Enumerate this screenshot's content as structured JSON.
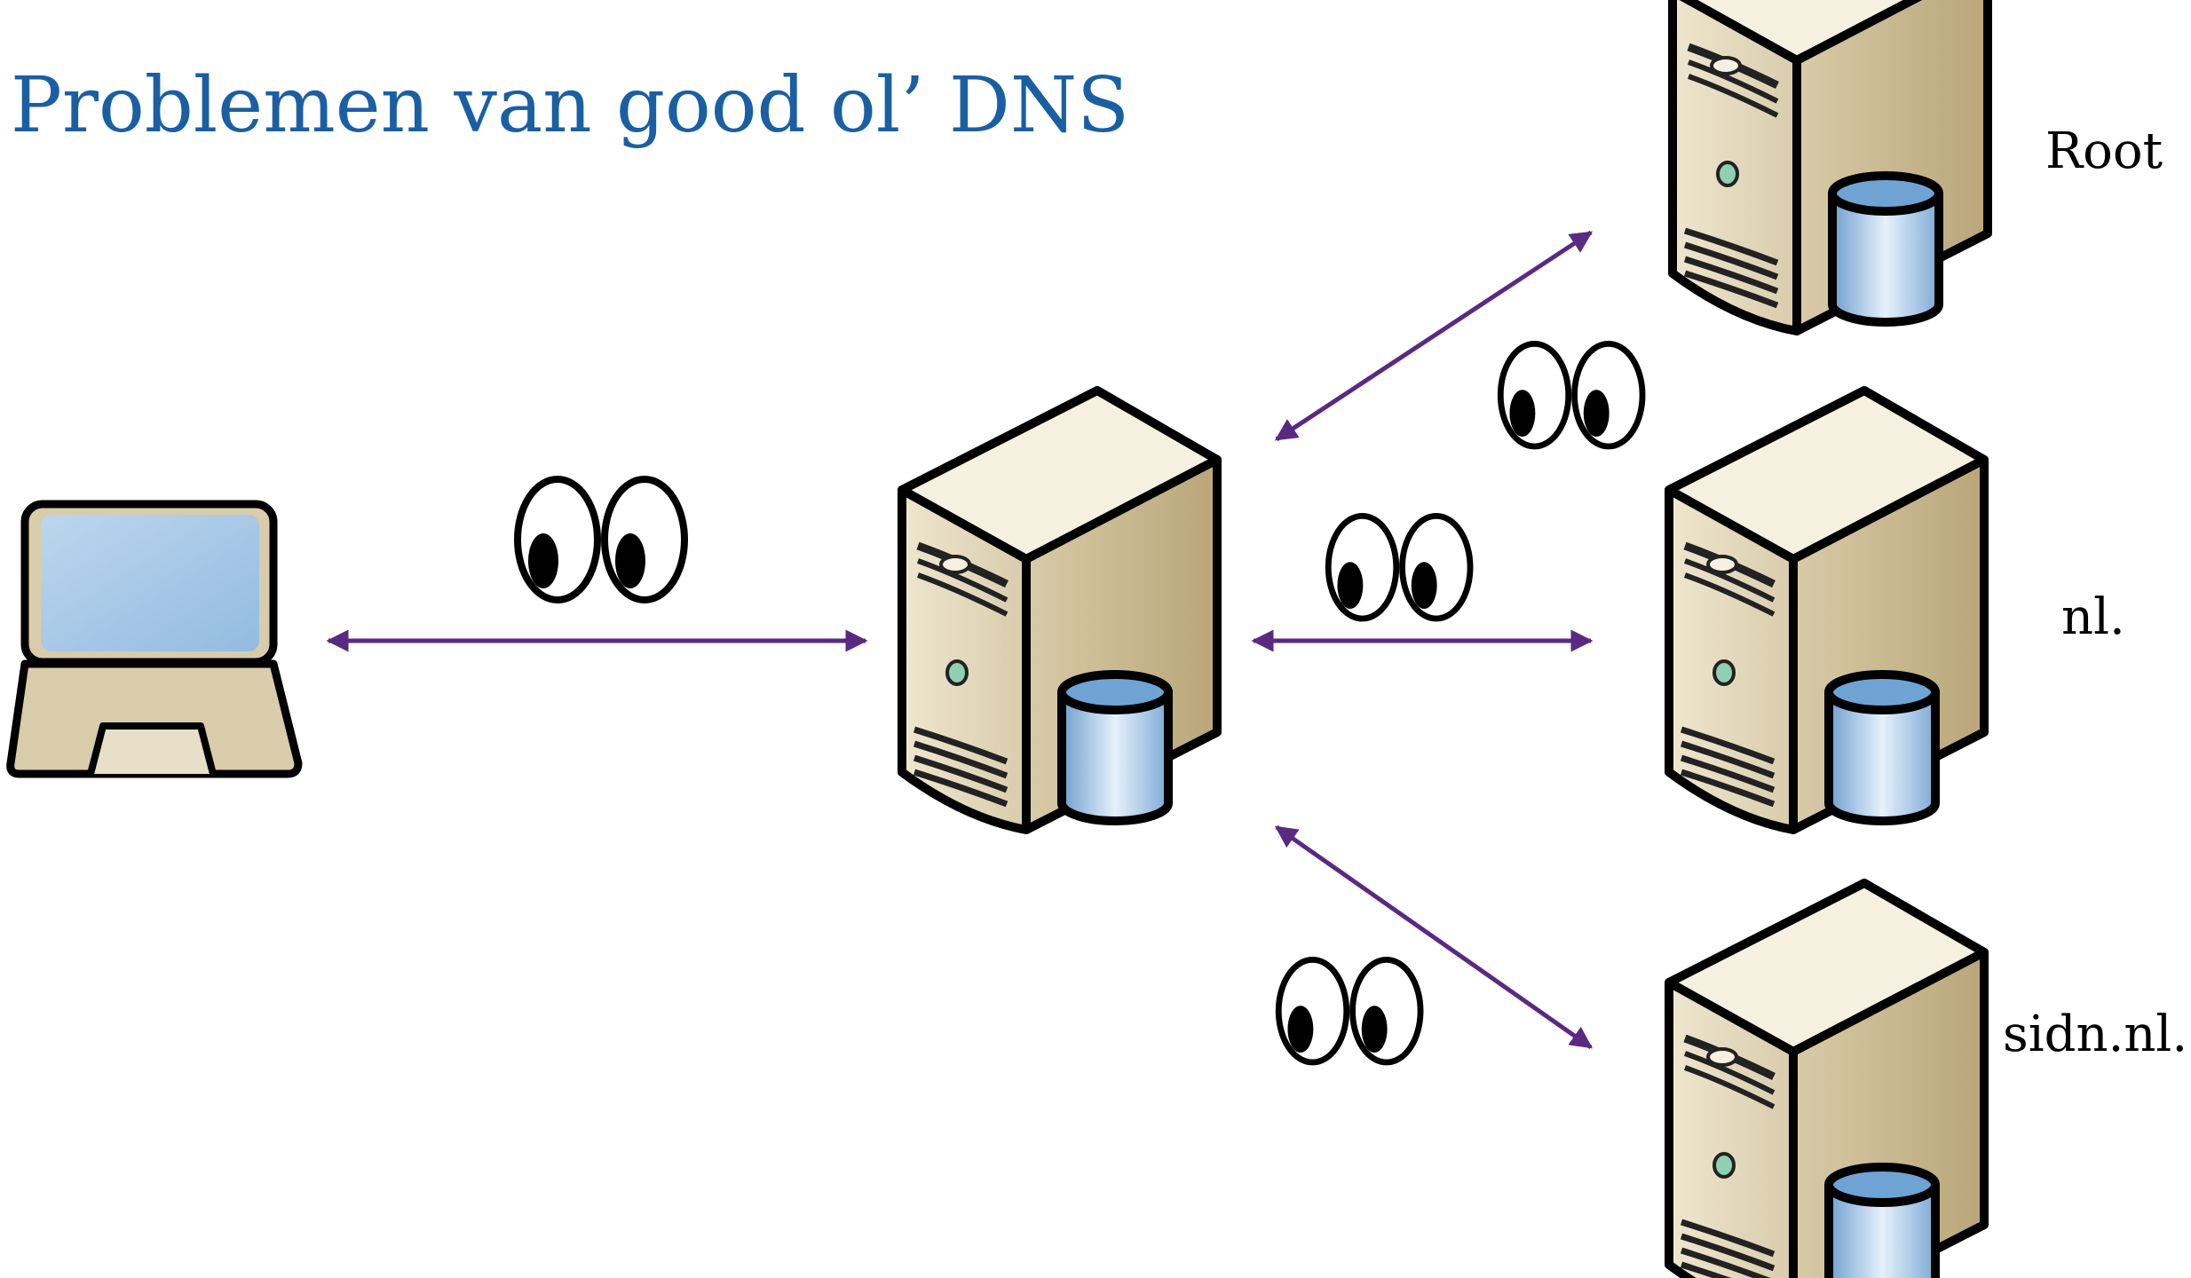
{
  "slide": {
    "title": "Problemen van good ol’ DNS"
  },
  "servers": [
    {
      "label": "Root"
    },
    {
      "label": "nl."
    },
    {
      "label": "sidn.nl."
    }
  ],
  "colors": {
    "title": "#1b5fa3",
    "arrow": "#5a2a82",
    "server_body": "#d9ccab",
    "disk": "#9cc4e6",
    "screen": "#a9cbe8"
  }
}
